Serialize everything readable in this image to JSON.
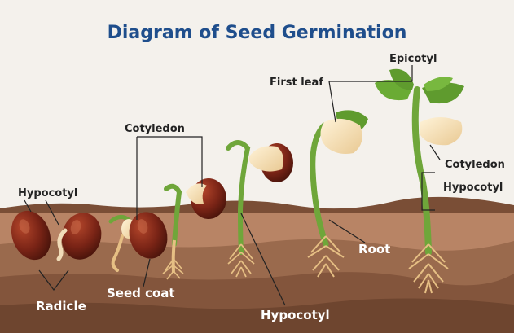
{
  "title": "Diagram of Seed Germination",
  "labels": {
    "hypocotyl_left": "Hypocotyl",
    "radicle": "Radicle",
    "seed_coat": "Seed coat",
    "cotyledon_top": "Cotyledon",
    "hypocotyl_bottom": "Hypocotyl",
    "first_leaf": "First leaf",
    "root": "Root",
    "epicotyl": "Epicotyl",
    "cotyledon_right": "Cotyledon",
    "hypocotyl_right": "Hypocotyl"
  },
  "colors": {
    "title": "#1f4e8c",
    "soil_light": "#a9785a",
    "soil_dark": "#7e5038",
    "seed_coat": "#7a2416",
    "cotyledon": "#f5deb3",
    "stem": "#6fa63a",
    "leaf": "#5f9b2e",
    "root": "#e6bf84"
  }
}
